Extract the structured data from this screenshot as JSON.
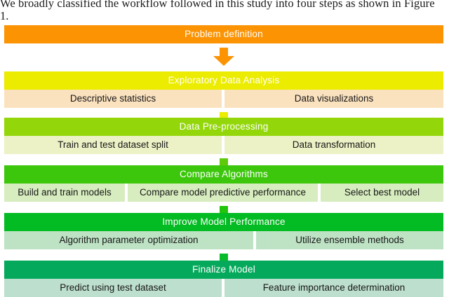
{
  "document": {
    "line1": "We broadly classified the workflow followed in this study into four steps as shown in Figure",
    "line2": "1."
  },
  "figure": {
    "caption_ref": "Figure 1",
    "stages": [
      {
        "id": "problem-definition",
        "title": "Problem definition",
        "title_color": "#fc9303",
        "title_text_color": "#ffffff",
        "sub_color": "",
        "subs": []
      },
      {
        "id": "exploratory-data-analysis",
        "title": "Exploratory Data Analysis",
        "title_color": "#ecec00",
        "title_text_color": "#ffffff",
        "sub_color": "#fbe2bf",
        "subs": [
          "Descriptive statistics",
          "Data visualizations"
        ]
      },
      {
        "id": "data-pre-processing",
        "title": "Data Pre-processing",
        "title_color": "#93d70a",
        "title_text_color": "#ffffff",
        "sub_color": "#edf2c6",
        "subs": [
          "Train and test dataset split",
          "Data transformation"
        ]
      },
      {
        "id": "compare-algorithms",
        "title": "Compare Algorithms",
        "title_color": "#3cc70c",
        "title_text_color": "#ffffff",
        "sub_color": "#d7edbf",
        "subs": [
          "Build and train models",
          "Compare model predictive performance",
          "Select best model"
        ]
      },
      {
        "id": "improve-model-performance",
        "title": "Improve Model Performance",
        "title_color": "#03bb22",
        "title_text_color": "#ffffff",
        "sub_color": "#bde2c4",
        "subs": [
          "Algorithm parameter optimization",
          "Utilize ensemble methods"
        ]
      },
      {
        "id": "finalize-model",
        "title": "Finalize Model",
        "title_color": "#05a95c",
        "title_text_color": "#ffffff",
        "sub_color": "#bddfcd",
        "subs": [
          "Predict using test dataset",
          "Feature importance determination"
        ]
      }
    ],
    "arrows": [
      {
        "id": "arrow-problem-to-eda",
        "color": "#fc9303"
      },
      {
        "id": "arrow-eda-to-preprocessing",
        "color": "#ecec00"
      },
      {
        "id": "arrow-preprocessing-to-compare",
        "color": "#5fc90c"
      },
      {
        "id": "arrow-compare-to-improve",
        "color": "#22c40e"
      },
      {
        "id": "arrow-improve-to-finalize",
        "color": "#07bb2a"
      }
    ]
  }
}
